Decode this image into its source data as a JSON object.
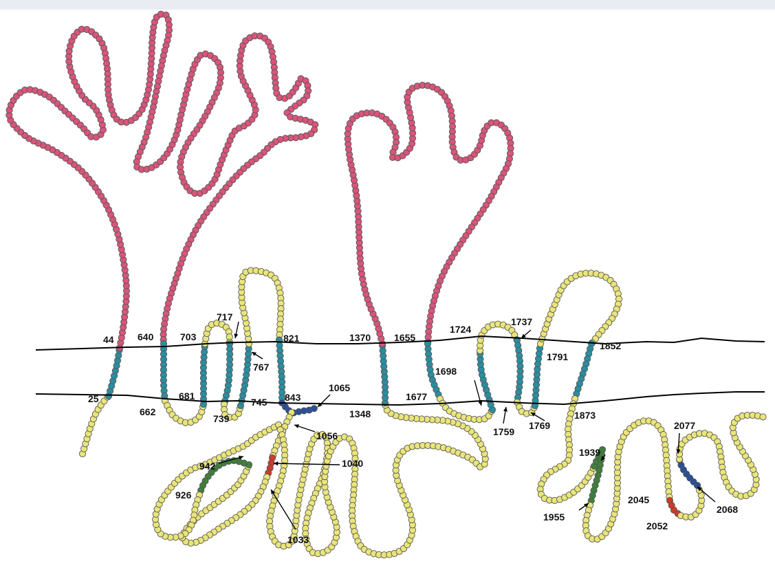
{
  "figure": {
    "colors": {
      "extracellular": "#d9557a",
      "transmembrane": "#2a8ea0",
      "cytoplasmic": "#e9e57a",
      "highlight_blue": "#2a4f9a",
      "highlight_green": "#3f7f3c",
      "highlight_red": "#cf3a2a",
      "membrane_line": "#000000",
      "bead_outline": "#555555"
    },
    "residue_labels": {
      "r25": "25",
      "r44": "44",
      "r640": "640",
      "r662": "662",
      "r681": "681",
      "r703": "703",
      "r717": "717",
      "r739": "739",
      "r745": "745",
      "r767": "767",
      "r821": "821",
      "r843": "843",
      "r926": "926",
      "r942": "942",
      "r1033": "1033",
      "r1040": "1040",
      "r1056": "1056",
      "r1065": "1065",
      "r1348": "1348",
      "r1370": "1370",
      "r1655": "1655",
      "r1677": "1677",
      "r1698": "1698",
      "r1724": "1724",
      "r1737": "1737",
      "r1759": "1759",
      "r1769": "1769",
      "r1791": "1791",
      "r1852": "1852",
      "r1873": "1873",
      "r1939": "1939",
      "r1955": "1955",
      "r2045": "2045",
      "r2052": "2052",
      "r2068": "2068",
      "r2077": "2077"
    }
  }
}
